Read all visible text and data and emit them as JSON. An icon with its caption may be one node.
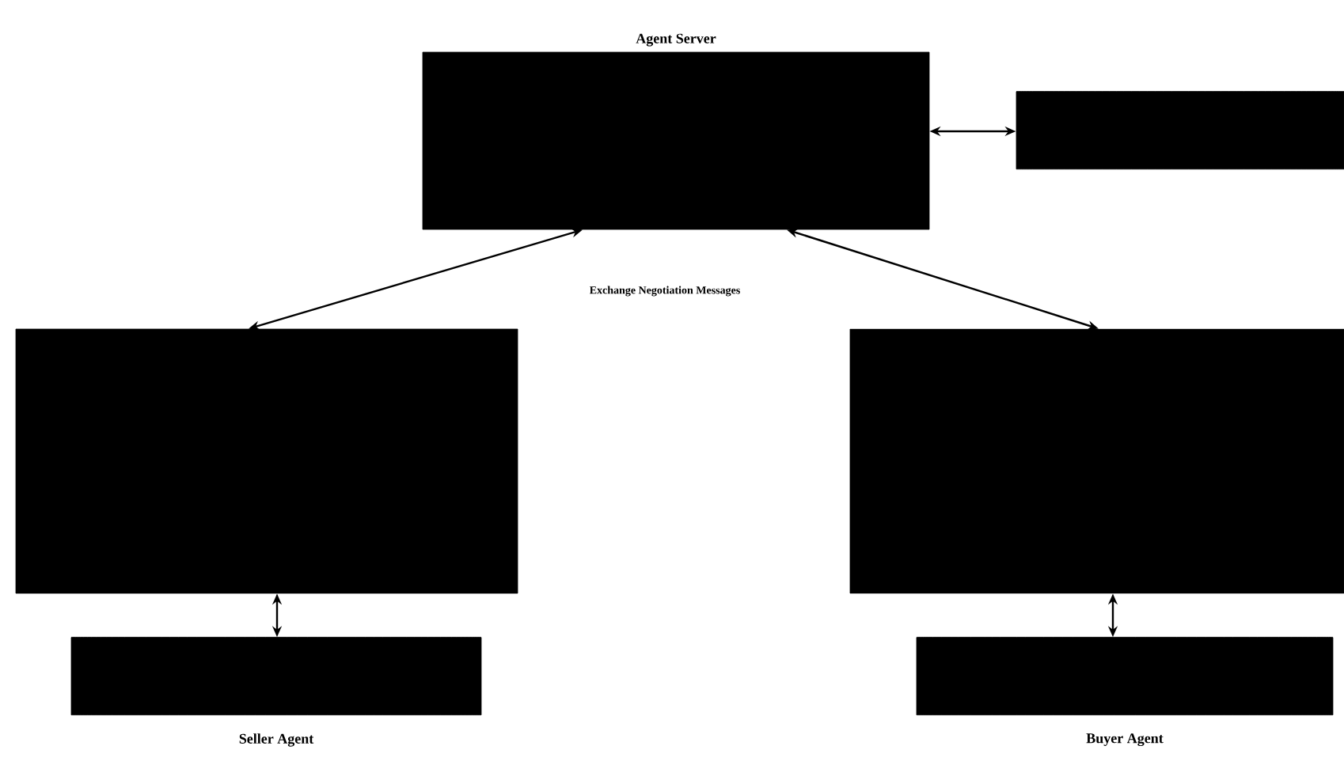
{
  "diagram": {
    "nodes": [
      {
        "text": [
          "Agent Server"
        ]
      },
      {
        "text": [],
        "shape": "cylinder"
      },
      {
        "text": [],
        "shape": "box"
      },
      {
        "text": [],
        "shape": "box"
      },
      {
        "text": [],
        "shape": "cylinder",
        "beside": [
          "Seller Agent"
        ]
      },
      {
        "text": [],
        "shape": "cylinder",
        "beside": [
          "Buyer Agent"
        ]
      }
    ],
    "edges": [
      {
        "from": 0,
        "to": 1,
        "arrow": "both"
      },
      {
        "from": 0,
        "to": 2,
        "arrow": "both"
      },
      {
        "from": 0,
        "to": 3,
        "arrow": "both"
      },
      {
        "from": 2,
        "to": 4,
        "arrow": "both"
      },
      {
        "from": 3,
        "to": 5,
        "arrow": "both"
      }
    ],
    "labels": [
      "Exchange Negotiation Messages"
    ]
  }
}
